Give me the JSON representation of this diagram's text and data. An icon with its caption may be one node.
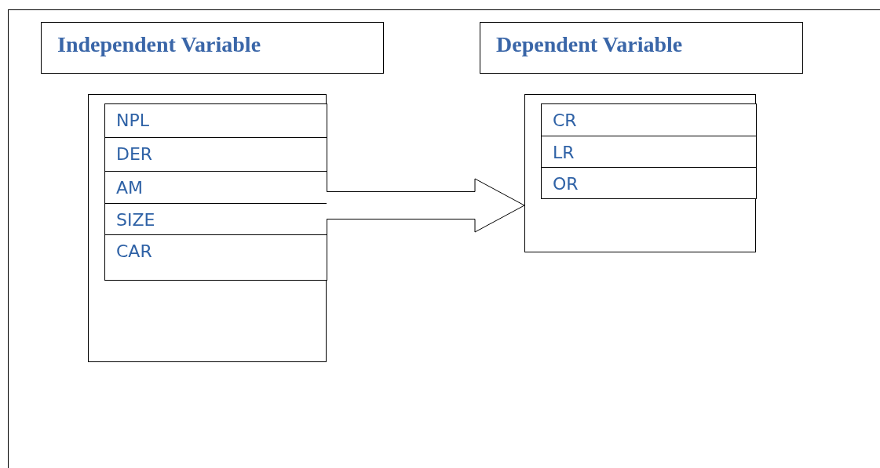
{
  "diagram": {
    "nodes": [
      {
        "text": [
          "Independent Variable"
        ]
      },
      {
        "text": [
          "Dependent Variable"
        ]
      },
      {
        "text": [],
        "shape": "box"
      },
      {
        "text": [
          "NPL"
        ],
        "in": 2
      },
      {
        "text": [
          "DER"
        ],
        "in": 2
      },
      {
        "text": [
          "AM"
        ],
        "in": 2
      },
      {
        "text": [
          "SIZE"
        ],
        "in": 2
      },
      {
        "text": [
          "CAR"
        ],
        "in": 2
      },
      {
        "text": [],
        "shape": "box"
      },
      {
        "text": [
          "CR"
        ],
        "in": 8
      },
      {
        "text": [
          "LR"
        ],
        "in": 8
      },
      {
        "text": [
          "OR"
        ],
        "in": 8
      }
    ],
    "edges": [
      {
        "from": 2,
        "to": 8,
        "arrow": "to"
      }
    ]
  }
}
